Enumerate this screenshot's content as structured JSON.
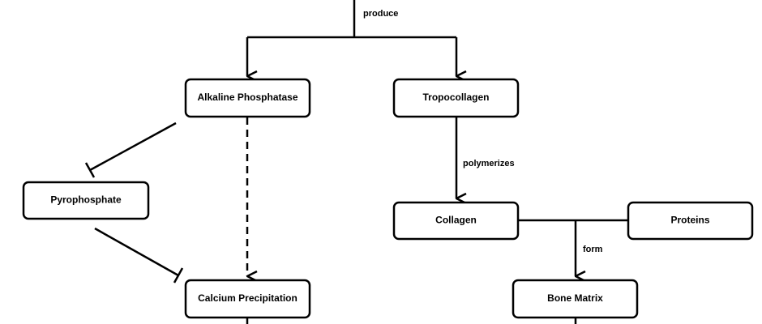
{
  "nodes": {
    "alkaline_phosphatase": "Alkaline Phosphatase",
    "tropocollagen": "Tropocollagen",
    "pyrophosphate": "Pyrophosphate",
    "collagen": "Collagen",
    "proteins": "Proteins",
    "calcium_precipitation": "Calcium Precipitation",
    "bone_matrix": "Bone Matrix"
  },
  "edges": {
    "produce": "produce",
    "polymerizes": "polymerizes",
    "form": "form"
  }
}
